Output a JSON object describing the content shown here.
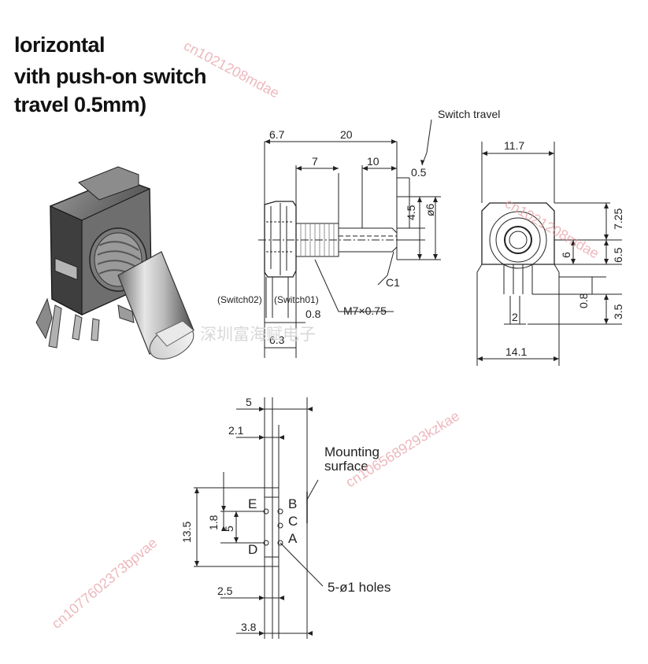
{
  "title": {
    "line1": "lorizontal",
    "line2": "vith push-on switch",
    "line3": "travel 0.5mm)"
  },
  "side_view": {
    "dim_6_7": "6.7",
    "dim_20": "20",
    "dim_7": "7",
    "dim_10": "10",
    "dim_0_5_travel": "0.5",
    "switch_travel": "Switch travel",
    "dim_4_5": "4.5",
    "dim_phi6": "ø6",
    "chamfer": "C1",
    "switch02": "(Switch02)",
    "switch01": "(Switch01)",
    "thread": "M7×0.75",
    "dim_0_8": "0.8",
    "dim_6_3": "6.3"
  },
  "front_view": {
    "dim_11_7": "11.7",
    "dim_7_25": "7.25",
    "dim_6_5": "6.5",
    "dim_6": "6",
    "dim_0_8": "0.8",
    "dim_3_5": "3.5",
    "dim_2": "2",
    "dim_14_1": "14.1"
  },
  "footprint": {
    "dim_5_top": "5",
    "dim_2_1": "2.1",
    "dim_13_5": "13.5",
    "dim_1_8": "1.8",
    "dim_5_side": "5",
    "dim_2_5": "2.5",
    "dim_3_8": "3.8",
    "pin_e": "E",
    "pin_b": "B",
    "pin_c": "C",
    "pin_a": "A",
    "pin_d": "D",
    "mounting_line1": "Mounting",
    "mounting_line2": "surface",
    "holes": "5-ø1 holes"
  },
  "watermarks": {
    "chinese": "深圳富海赋电子",
    "top": "cn1021208mdae",
    "right": "cn1021208mdae",
    "middle": "cn1065689293kzkae",
    "bottom_left": "cn1077602373bpvae"
  }
}
